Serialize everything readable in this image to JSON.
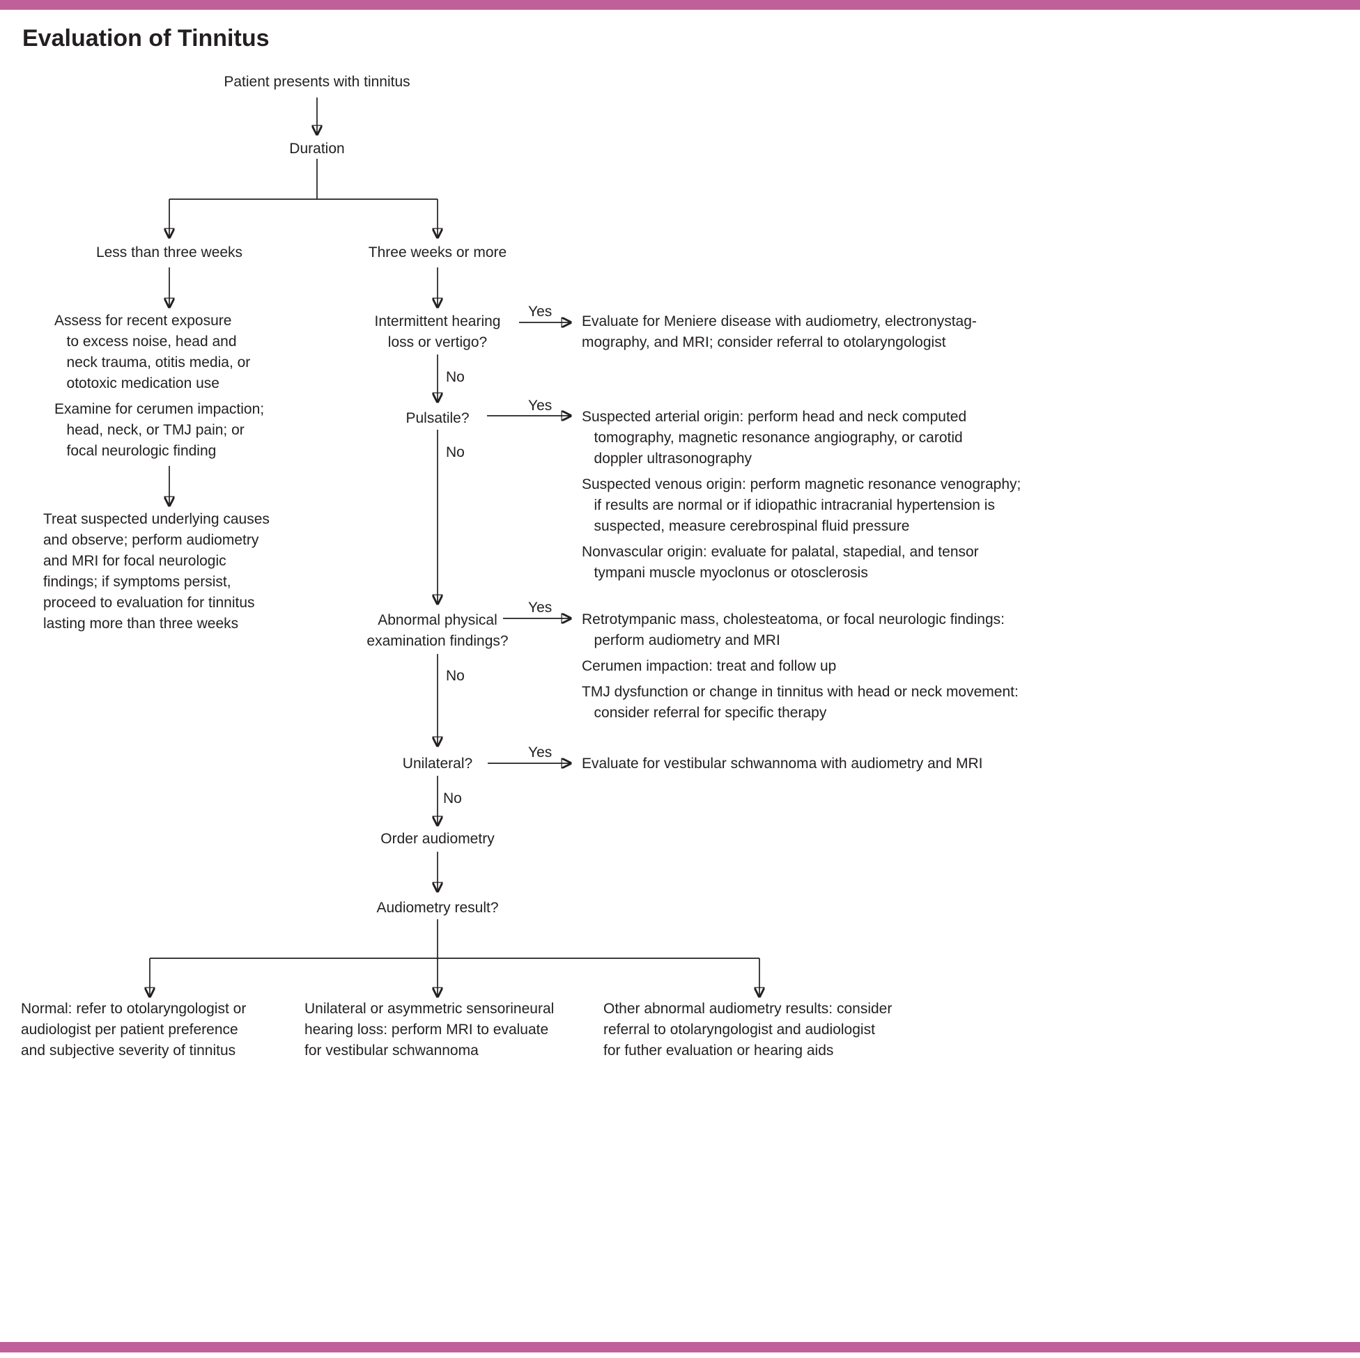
{
  "colors": {
    "accent": "#c0609a",
    "text": "#231f20"
  },
  "title": "Evaluation of Tinnitus",
  "labels": {
    "yes": "Yes",
    "no": "No"
  },
  "nodes": {
    "start": "Patient presents with tinnitus",
    "duration": "Duration",
    "less_three_weeks": "Less than three weeks",
    "three_weeks_or_more": "Three weeks or more",
    "assess": "Assess for recent exposure\n   to excess noise, head and\n   neck trauma, otitis media, or\n   ototoxic medication use",
    "examine": "Examine for cerumen impaction;\n   head, neck, or TMJ pain; or\n   focal neurologic finding",
    "treat": "Treat suspected underlying causes\nand observe; perform audiometry\nand MRI for focal neurologic\nfindings; if symptoms persist,\nproceed to evaluation for tinnitus\nlasting more than three weeks",
    "intermittent": "Intermittent hearing\nloss or vertigo?",
    "pulsatile": "Pulsatile?",
    "abnormal": "Abnormal physical\nexamination findings?",
    "unilateral": "Unilateral?",
    "order_audiometry": "Order audiometry",
    "audiometry_result": "Audiometry result?"
  },
  "answers": {
    "meniere": "Evaluate for Meniere disease with audiometry, electronystag-\nmography, and MRI; consider referral to otolaryngologist",
    "arterial": "Suspected arterial origin: perform head and neck computed\n   tomography, magnetic resonance angiography, or carotid\n   doppler ultrasonography",
    "venous": "Suspected venous origin: perform magnetic resonance venography;\n   if results are normal or if idiopathic intracranial hypertension is\n   suspected, measure cerebrospinal fluid pressure",
    "nonvascular": "Nonvascular origin: evaluate for palatal, stapedial, and tensor\n   tympani muscle myoclonus or otosclerosis",
    "retrotympanic": "Retrotympanic mass, cholesteatoma, or focal neurologic findings:\n   perform audiometry and MRI",
    "cerumen": "Cerumen impaction: treat and follow up",
    "tmj": "TMJ dysfunction or change in tinnitus with head or neck movement:\n   consider referral for specific therapy",
    "schwannoma": "Evaluate for vestibular schwannoma with audiometry and MRI"
  },
  "outcomes": {
    "normal": "Normal: refer to otolaryngologist or\naudiologist per patient preference\nand subjective severity of tinnitus",
    "unilateral_loss": "Unilateral or asymmetric sensorineural\nhearing loss: perform MRI to evaluate\nfor vestibular schwannoma",
    "other_abnormal": "Other abnormal audiometry results: consider\nreferral to otolaryngologist and audiologist\nfor futher evaluation or hearing aids"
  }
}
